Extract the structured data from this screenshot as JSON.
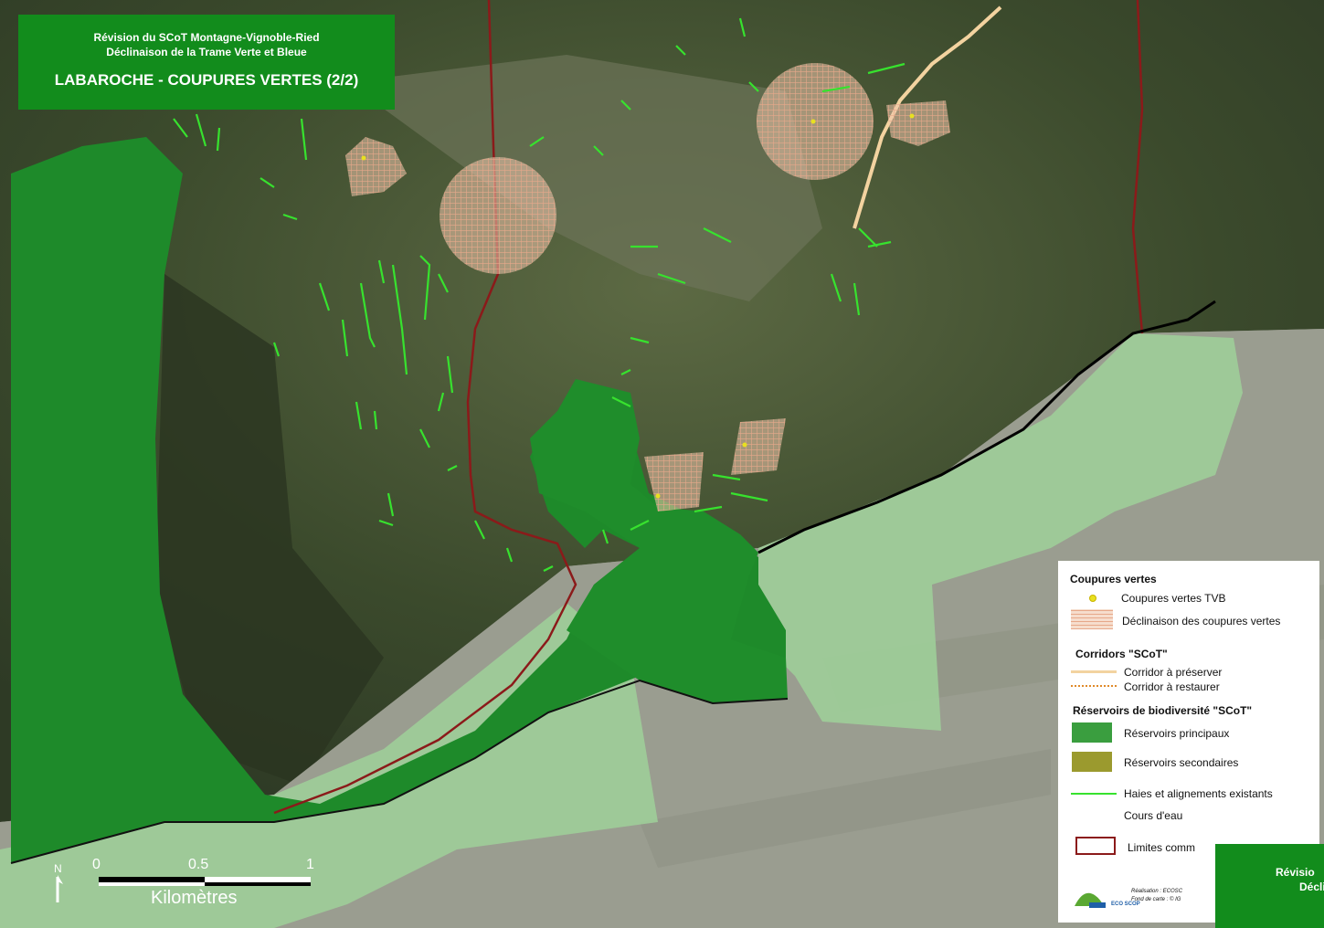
{
  "title": {
    "line1": "Révision du SCoT Montagne-Vignoble-Ried",
    "line2": "Déclinaison de la Trame Verte et Bleue",
    "line3": "LABAROCHE - COUPURES VERTES (2/2)"
  },
  "legend": {
    "section1": "Coupures vertes",
    "item_tvb": "Coupures vertes TVB",
    "item_declinaison": "Déclinaison des coupures vertes",
    "section2": "Corridors \"SCoT\"",
    "item_preserver": "Corridor à préserver",
    "item_restaurer": "Corridor à restaurer",
    "section3": "Réservoirs de biodiversité \"SCoT\"",
    "item_principaux": "Réservoirs principaux",
    "item_secondaires": "Réservoirs secondaires",
    "item_haies": "Haies et alignements existants",
    "item_cours": "Cours d'eau",
    "item_limites": "Limites comm",
    "credit1": "Réalisation : ECOSC",
    "credit2": "Fond de carte : © IG",
    "logo_text": "ECO SCOP"
  },
  "inset": {
    "line1": "Révisio",
    "line2": "Décli"
  },
  "scale": {
    "tick0": "0",
    "tick1": "0.5",
    "tick2": "1",
    "unit": "Kilomètres",
    "north": "N"
  },
  "colors": {
    "reservoir_principal": "#1e8a2a",
    "reservoir_secondaire": "#9b9a2e",
    "reservoir_light": "#9fd19a",
    "coupure_fill": "#f2c8b0",
    "corridor_preserver": "#f3d3a0",
    "hedge": "#37e22e",
    "limite": "#8b1a1a",
    "title_bg": "#128c1c"
  }
}
